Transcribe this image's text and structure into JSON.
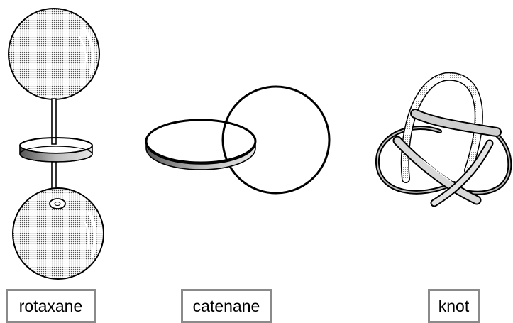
{
  "labels": {
    "rotaxane": "rotaxane",
    "catenane": "catenane",
    "knot": "knot"
  },
  "colors": {
    "outline": "#000000",
    "label_border": "#8a8a8a",
    "background": "#ffffff",
    "sphere_fill": "#d8d8d8",
    "band_fill": "#c8c8c8"
  }
}
